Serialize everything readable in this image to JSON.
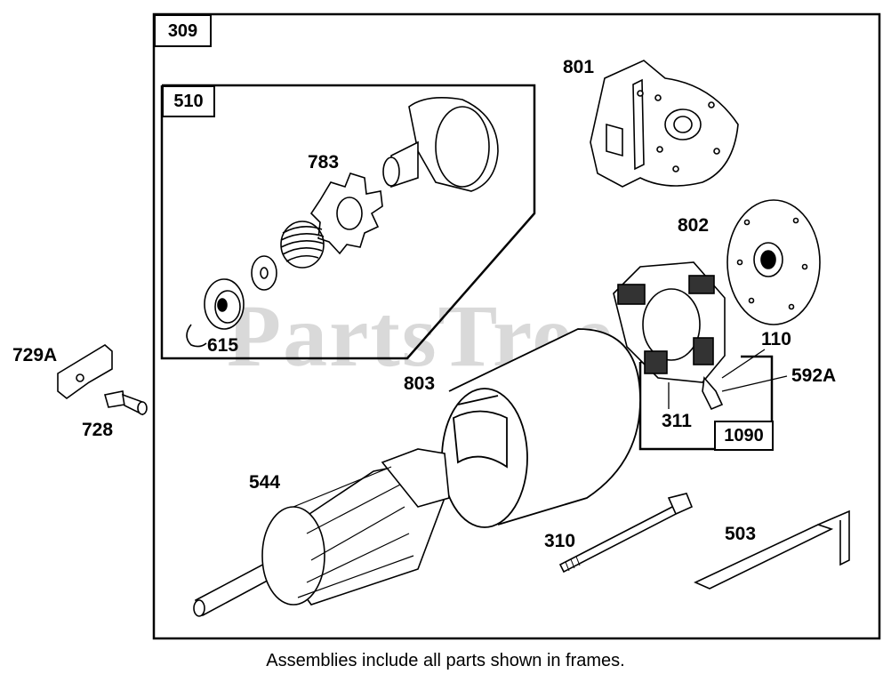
{
  "frames": {
    "outer": "309",
    "drive": "510",
    "brush": "1090"
  },
  "parts": {
    "p801": "801",
    "p783": "783",
    "p802": "802",
    "p615": "615",
    "p110": "110",
    "p729A": "729A",
    "p592A": "592A",
    "p803": "803",
    "p728": "728",
    "p311": "311",
    "p544": "544",
    "p310": "310",
    "p503": "503"
  },
  "watermark": "PartsTree",
  "footer": "Assemblies include all parts shown in frames."
}
